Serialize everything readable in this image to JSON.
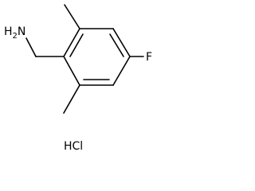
{
  "molecule": {
    "atoms": {
      "amine": "H2N",
      "fluorine": "F",
      "salt": "HCl"
    },
    "bond_color": "#000000",
    "background": "#ffffff"
  }
}
